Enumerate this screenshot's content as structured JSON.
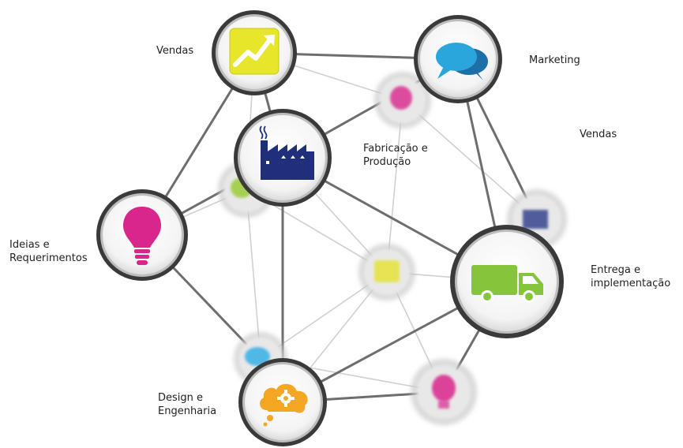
{
  "labels": {
    "vendas_top": [
      "Vendas"
    ],
    "marketing": [
      "Marketing"
    ],
    "vendas_right": [
      "Vendas"
    ],
    "fabricacao": [
      "Fabricação e",
      "Produção"
    ],
    "ideias": [
      "Ideias e",
      "Requerimentos"
    ],
    "entrega": [
      "Entrega e",
      "implementação"
    ],
    "design": [
      "Design e",
      "Engenharia"
    ]
  },
  "colors": {
    "edge_strong": "#6b6b6b",
    "edge_light": "#cfcfcf",
    "ring": "#3a3a3a",
    "chart_yellow": "#e8e62a",
    "chat_blue": "#2ba6dc",
    "factory_navy": "#1f2f7a",
    "bulb_magenta": "#d9268c",
    "truck_green": "#86c43b",
    "cloud_orange": "#f5a623",
    "blob_magenta": "#d9268c",
    "blob_green": "#9bcc3b",
    "blob_navy": "#2b3a8a",
    "blob_yellow": "#e6e43a",
    "blob_blue": "#34b0e6"
  },
  "nodes": [
    {
      "id": "vendas",
      "icon": "growth-chart-icon"
    },
    {
      "id": "marketing",
      "icon": "chat-bubbles-icon"
    },
    {
      "id": "fabricacao",
      "icon": "factory-icon"
    },
    {
      "id": "ideias",
      "icon": "lightbulb-icon"
    },
    {
      "id": "entrega",
      "icon": "delivery-truck-icon"
    },
    {
      "id": "design",
      "icon": "cloud-gear-icon"
    }
  ]
}
